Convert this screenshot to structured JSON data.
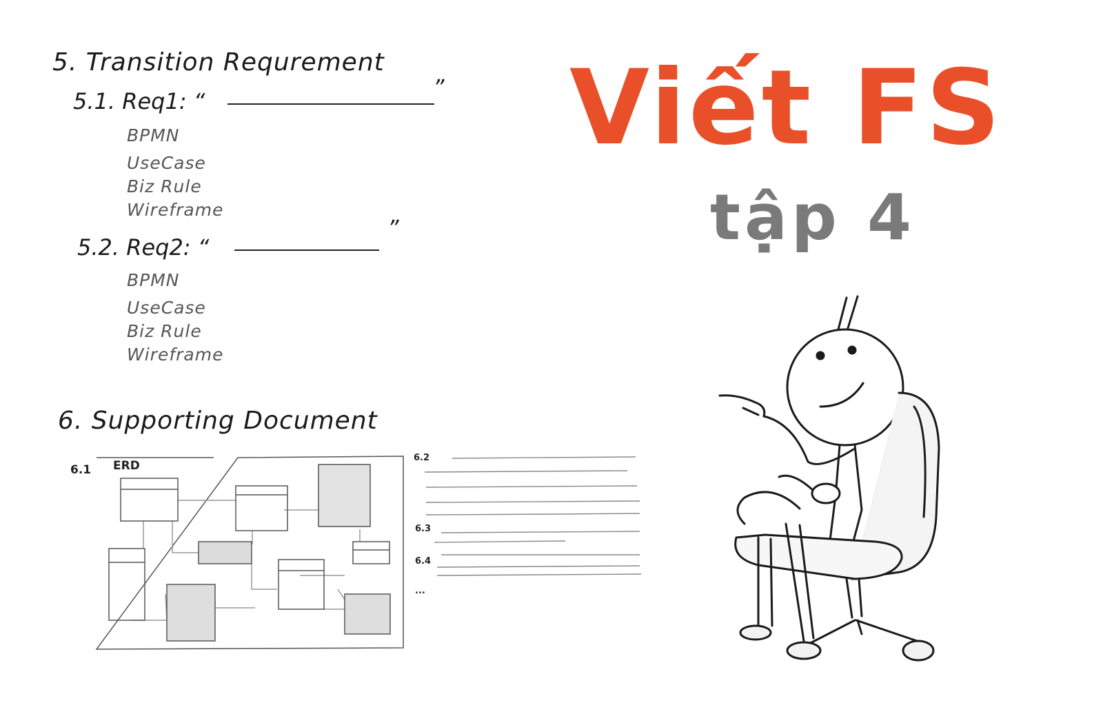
{
  "section5": {
    "heading": "5. Transition Requrement",
    "req1": {
      "label": "5.1. Req1:",
      "open_quote": "“",
      "close_quote": "”"
    },
    "req2": {
      "label": "5.2. Req2:",
      "open_quote": "“",
      "close_quote": "”"
    },
    "items": [
      "BPMN",
      "UseCase",
      "Biz Rule",
      "Wireframe"
    ]
  },
  "title": {
    "main": "Viết FS",
    "sub": "tập 4",
    "main_color": "#e9502a",
    "sub_color": "#7a7a7a"
  },
  "section6": {
    "heading": "6. Supporting Document",
    "erd_number": "6.1",
    "erd_label": "ERD",
    "side_numbers": [
      "6.2",
      "6.3",
      "6.4",
      "..."
    ]
  },
  "illustration": {
    "icon": "stick-figure-sitting-pointing-icon"
  }
}
